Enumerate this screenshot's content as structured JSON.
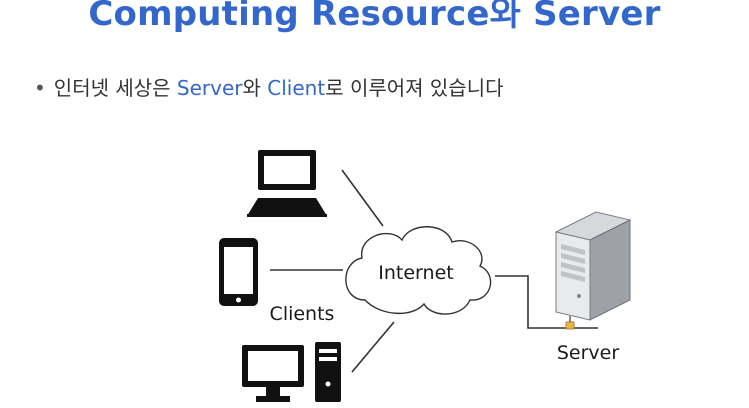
{
  "slide": {
    "title": "Computing Resource와 Server",
    "bullet": {
      "marker": "•",
      "parts": [
        "인터넷 세상은 ",
        "Server",
        "와 ",
        "Client",
        "로 이루어져 있습니다"
      ]
    }
  },
  "diagram": {
    "cloud_label": "Internet",
    "clients_label": "Clients",
    "server_label": "Server",
    "icons": [
      "laptop-icon",
      "smartphone-icon",
      "desktop-computer-icon",
      "cloud-icon",
      "server-tower-icon"
    ],
    "colors": {
      "accent": "#3367cc",
      "line": "#333333",
      "device": "#111111"
    }
  }
}
